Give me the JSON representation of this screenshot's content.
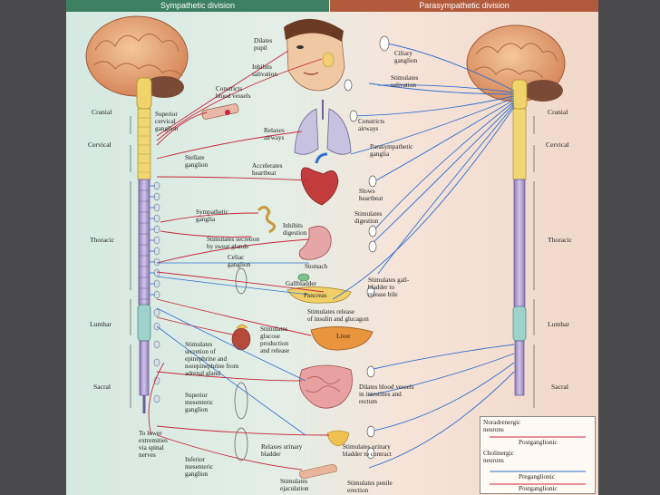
{
  "headers": {
    "sympathetic": "Sympathetic division",
    "parasympathetic": "Parasympathetic division"
  },
  "regions_left": [
    "Cranial",
    "Cervical",
    "Thoracic",
    "Lumbar",
    "Sacral"
  ],
  "regions_right": [
    "Cranial",
    "Cervical",
    "Thoracic",
    "Lumbar",
    "Sacral"
  ],
  "labels": {
    "dilates_pupil": "Dilates\npupil",
    "inhibits_salivation": "Inhibits\nsalivation",
    "constricts_blood_vessels": "Constricts\nblood vessels",
    "superior_cervical_ganglion": "Superior\ncervical\nganglion",
    "relaxes_airways": "Relaxes\nairways",
    "stellate_ganglion": "Stellate\nganglion",
    "accelerates_heartbeat": "Accelerates\nheartbeat",
    "sympathetic_ganglia": "Sympathetic\nganglia",
    "inhibits_digestion": "Inhibits\ndigestion",
    "stimulates_secretion_sweat": "Stimulates secretion\nby sweat glands",
    "celiac_ganglion": "Celiac\nganglion",
    "stomach": "Stomach",
    "gallbladder": "Gallbladder",
    "pancreas": "Pancreas",
    "stimulates_glucose": "Stimulates\nglucose\nproduction\nand release",
    "liver": "Liver",
    "stimulates_secretion_adrenal": "Stimulates\nsecretion of\nepinephrine and\nnorepinephrine from\nadrenal gland",
    "superior_mesenteric_ganglion": "Superior\nmesenteric\nganglion",
    "to_lower_extremities": "To lower\nextremities\nvia spinal\nnerves",
    "inferior_mesenteric_ganglion": "Inferior\nmesenteric\nganglion",
    "relaxes_urinary_bladder": "Relaxes urinary\nbladder",
    "stimulates_ejaculation": "Stimulates\nejaculation",
    "ciliary_ganglion": "Ciliary\nganglion",
    "stimulates_salivation": "Stimulates\nsalivation",
    "constricts_airways": "Constricts\nairways",
    "parasympathetic_ganglia": "Parasympathetic\nganglia",
    "slows_heartbeat": "Slows\nheartbeat",
    "stimulates_digestion": "Stimulates\ndigestion",
    "stimulates_gallbladder": "Stimulates gall-\nbladder to\nrelease bile",
    "stimulates_insulin": "Stimulates release\nof insulin and glucagon",
    "dilates_blood_vessels": "Dilates blood vessels\nin intestines and\nrectum",
    "stimulates_urinary_bladder": "Stimulates urinary\nbladder to contract",
    "stimulates_penile": "Stimulates penile\nerection"
  },
  "legend": {
    "noradrenergic": "Noradrenergic\nneurons",
    "postganglionic_1": "Postganglionic",
    "cholinergic": "Cholinergic\nneurons",
    "preganglionic": "Preganglionic",
    "postganglionic_2": "Postganglionic"
  },
  "colors": {
    "sympathetic_header": "#3d7f63",
    "parasympathetic_header": "#b25a3c",
    "noradrenergic_red": "#c8253a",
    "cholinergic_blue": "#2f6fd0",
    "spinal_cord": "#b5a5cf"
  }
}
